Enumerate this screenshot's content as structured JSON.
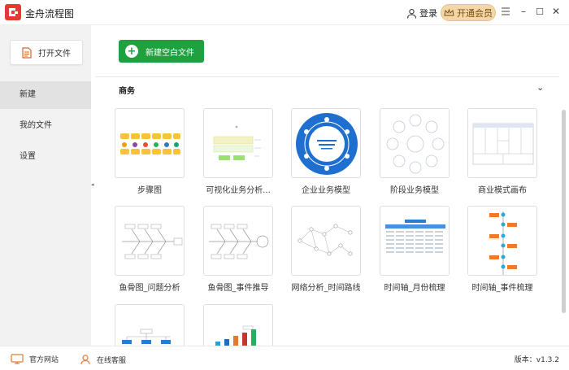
{
  "app": {
    "title": "金舟流程图",
    "login": "登录",
    "vip": "开通会员"
  },
  "window": {
    "min": "–",
    "max": "☐",
    "close": "✕"
  },
  "sidebar": {
    "open_file": "打开文件",
    "items": [
      {
        "label": "新建"
      },
      {
        "label": "我的文件"
      },
      {
        "label": "设置"
      }
    ]
  },
  "main": {
    "new_button": "新建空白文件",
    "section": "商务",
    "templates": [
      {
        "label": "步骤图"
      },
      {
        "label": "可视化业务分析..."
      },
      {
        "label": "企业业务模型"
      },
      {
        "label": "阶段业务模型"
      },
      {
        "label": "商业模式画布"
      },
      {
        "label": "鱼骨图_问题分析"
      },
      {
        "label": "鱼骨图_事件推导"
      },
      {
        "label": "网络分析_时间路线"
      },
      {
        "label": "时间轴_月份梳理"
      },
      {
        "label": "时间轴_事件梳理"
      }
    ]
  },
  "footer": {
    "website": "官方网站",
    "service": "在线客服",
    "version": "版本：v1.3.2"
  }
}
